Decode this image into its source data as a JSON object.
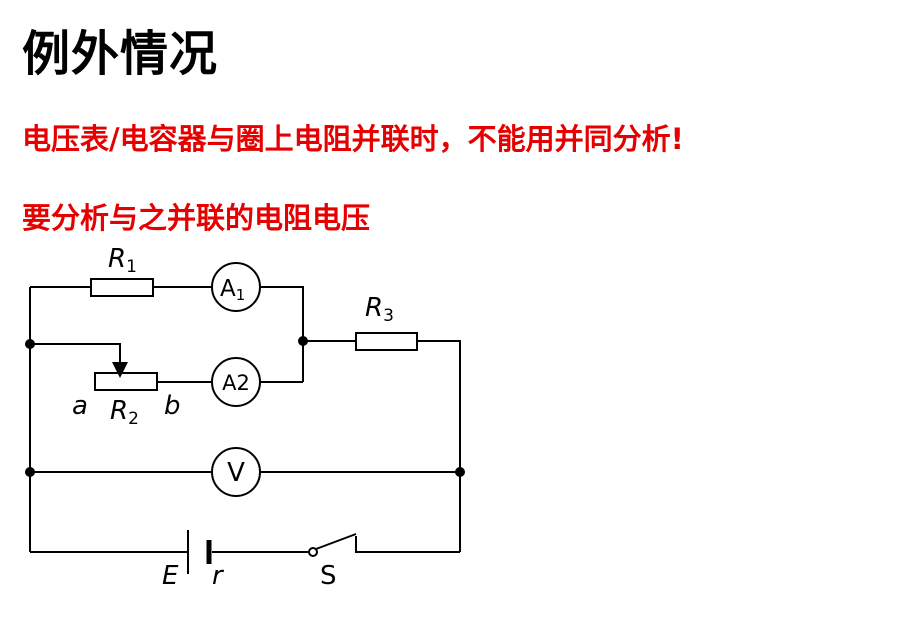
{
  "title": "例外情况",
  "notes": [
    "电压表/电容器与圈上电阻并联时，不能用并同分析!",
    "要分析与之并联的电阻电压"
  ],
  "diagram": {
    "R1": {
      "main": "R",
      "sub": "1"
    },
    "R2": {
      "main": "R",
      "sub": "2"
    },
    "R3": {
      "main": "R",
      "sub": "3"
    },
    "A1": {
      "main": "A",
      "sub": "1"
    },
    "A2": "A2",
    "V": "V",
    "a": "a",
    "b": "b",
    "E": "E",
    "r": "r",
    "S": "S"
  }
}
